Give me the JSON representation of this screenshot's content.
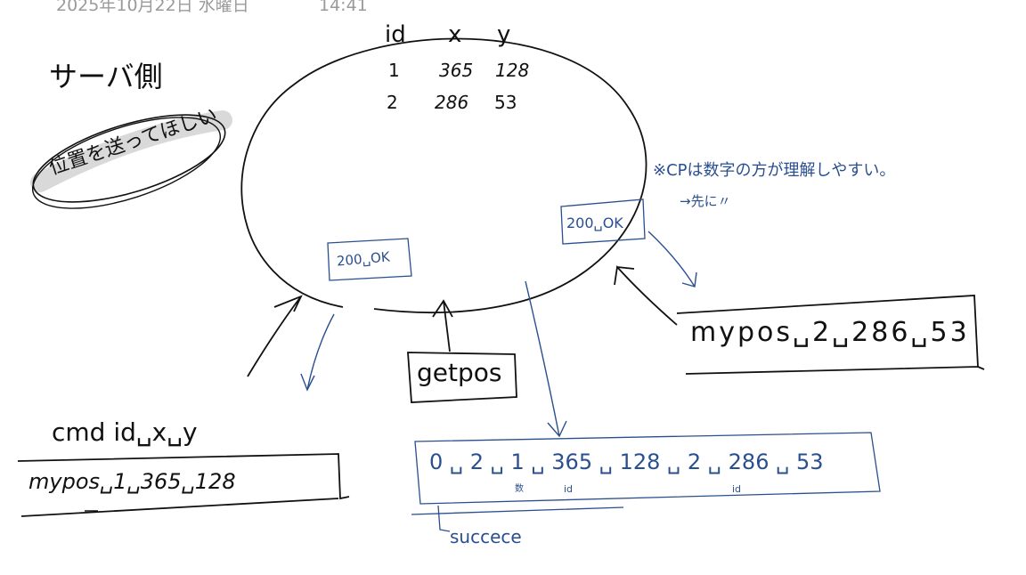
{
  "header": {
    "date": "2025年10月22日 水曜日",
    "time": "14:41"
  },
  "server": {
    "title": "サーバ側",
    "request_note": "位置を送ってほしい"
  },
  "table": {
    "headers": [
      "id",
      "x",
      "y"
    ],
    "rows": [
      [
        "1",
        "365",
        "128"
      ],
      [
        "2",
        "286",
        "53"
      ]
    ]
  },
  "note": {
    "line1": "※CPは数字の方が理解しやすい。",
    "line2": "→先に〃"
  },
  "responses": {
    "left_ok": "200␣OK",
    "right_ok": "200␣OK"
  },
  "commands": {
    "format": "cmd id␣x␣y",
    "mypos_1": "mypos␣1␣365␣128",
    "getpos": "getpos",
    "mypos_2": "mypos␣2␣286␣53"
  },
  "response_body": {
    "text": "0 ␣ 2 ␣ 1 ␣ 365 ␣ 128 ␣ 2 ␣ 286 ␣ 53",
    "sub_count": "数",
    "sub_id1": "id",
    "sub_id2": "id",
    "status_label": "succece"
  },
  "colors": {
    "ink": "#111111",
    "blue": "#2a4f8f",
    "header": "#9a9a9a",
    "highlight": "#d9d9d9"
  }
}
